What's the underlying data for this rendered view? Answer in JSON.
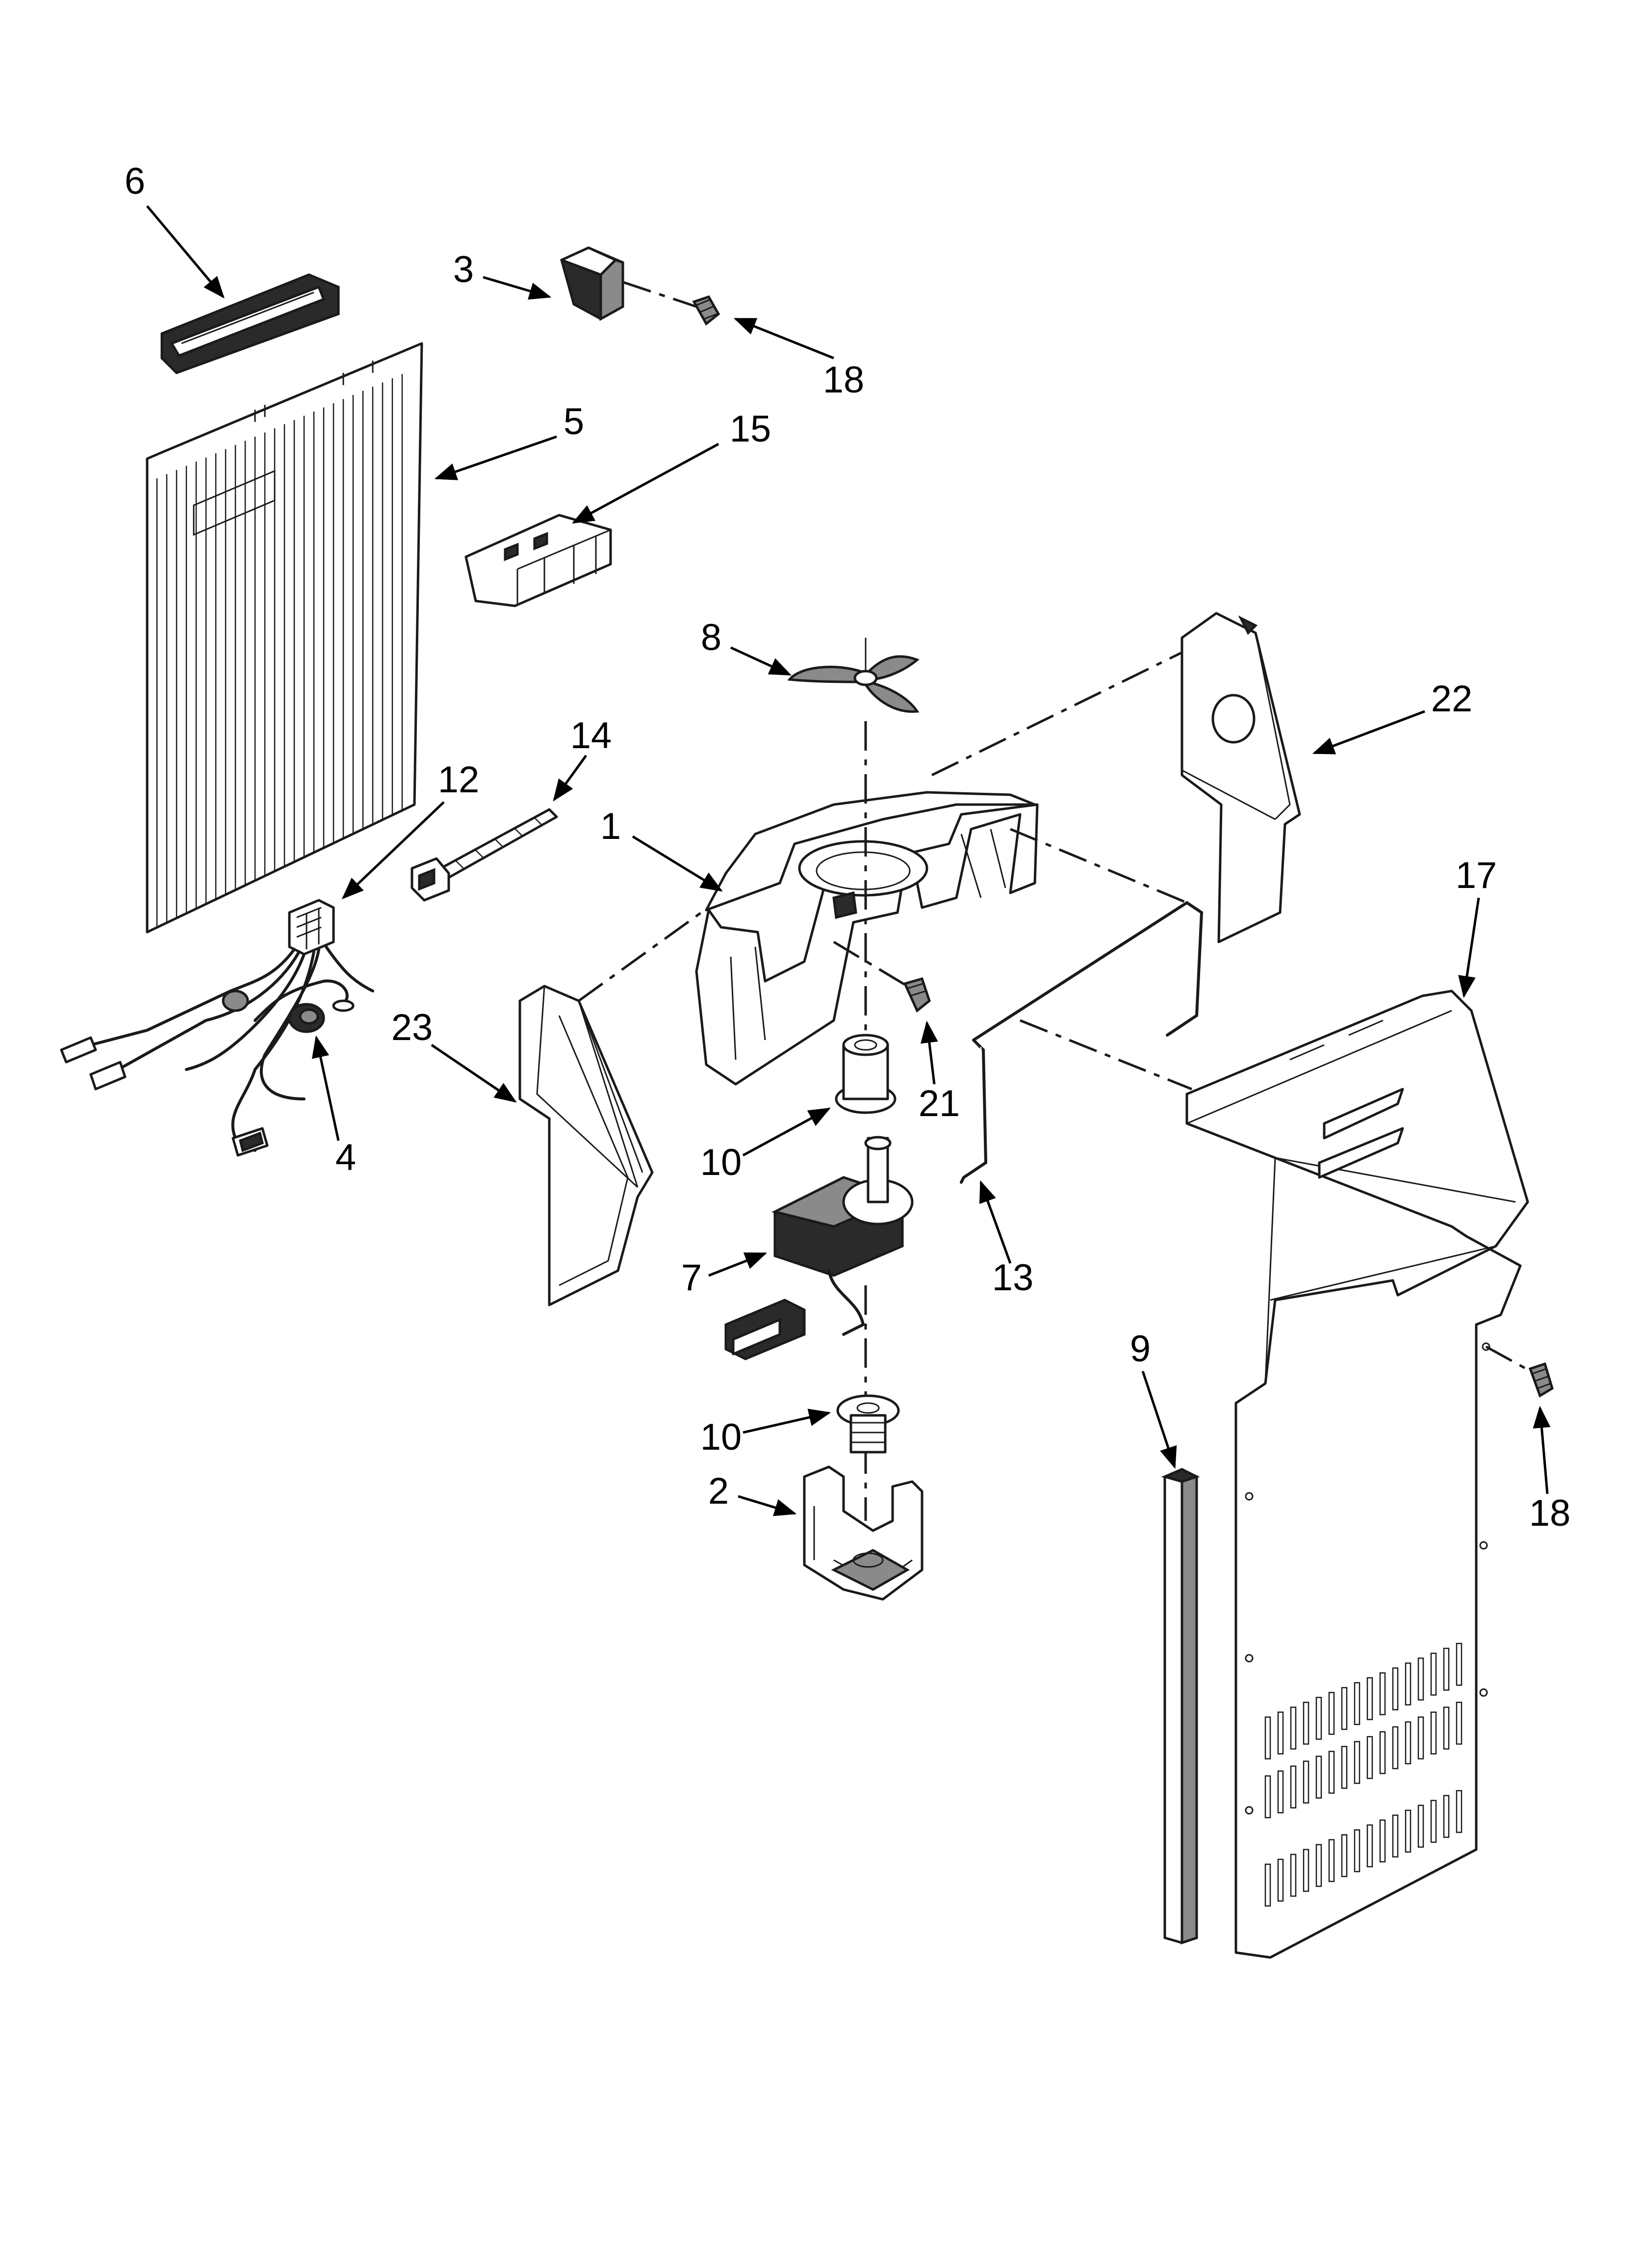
{
  "callouts": [
    {
      "id": "c6a",
      "label": "6"
    },
    {
      "id": "c3",
      "label": "3"
    },
    {
      "id": "c18a",
      "label": "18"
    },
    {
      "id": "c5",
      "label": "5"
    },
    {
      "id": "c15",
      "label": "15"
    },
    {
      "id": "c8",
      "label": "8"
    },
    {
      "id": "c22",
      "label": "22"
    },
    {
      "id": "c14",
      "label": "14"
    },
    {
      "id": "c12",
      "label": "12"
    },
    {
      "id": "c1",
      "label": "1"
    },
    {
      "id": "c17",
      "label": "17"
    },
    {
      "id": "c23",
      "label": "23"
    },
    {
      "id": "c21",
      "label": "21"
    },
    {
      "id": "c4",
      "label": "4"
    },
    {
      "id": "c10a",
      "label": "10"
    },
    {
      "id": "c7",
      "label": "7"
    },
    {
      "id": "c13",
      "label": "13"
    },
    {
      "id": "c9",
      "label": "9"
    },
    {
      "id": "c10b",
      "label": "10"
    },
    {
      "id": "c18b",
      "label": "18"
    },
    {
      "id": "c2",
      "label": "2"
    }
  ]
}
